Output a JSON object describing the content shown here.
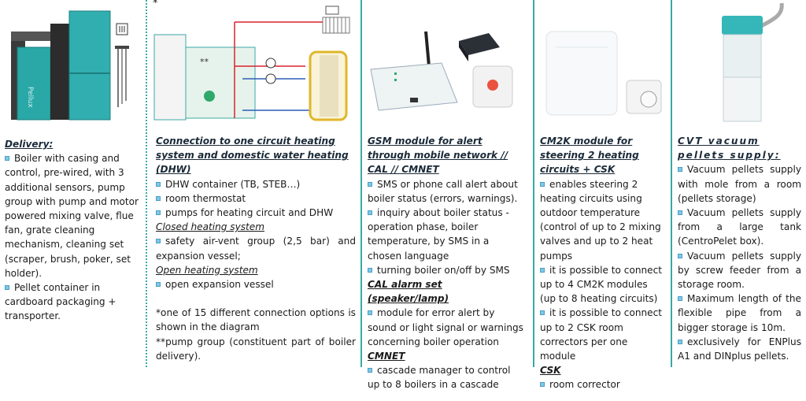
{
  "col1": {
    "title": "Delivery:",
    "items": [
      "Boiler with casing and control, pre-wired, with 3 additional sensors, pump group with pump and motor powered mixing valve, flue fan, grate cleaning mechanism, cleaning set (scraper, brush, poker, set holder).",
      "Pellet container in cardboard packaging + transporter."
    ]
  },
  "col2": {
    "asterisk": "*",
    "title": "Connection to one circuit heating system and domestic water heating (DHW)",
    "items": [
      "DHW container (TB, STEB…)",
      "room thermostat",
      "pumps for heating circuit and DHW"
    ],
    "closed_title": "Closed heating system",
    "closed_items": [
      "safety air-vent group (2,5 bar) and expansion vessel;"
    ],
    "open_title": "Open heating system",
    "open_items": [
      "open expansion vessel"
    ],
    "note1": "*one of 15 different connection options is shown in the diagram",
    "note2": "**pump group (constituent part of boiler delivery).",
    "diagram_label": "**"
  },
  "col3": {
    "title": "GSM module for alert through mobile network // CAL // CMNET",
    "items": [
      "SMS or phone call alert about boiler status (errors, warnings).",
      "inquiry about boiler status - operation phase, boiler temperature, by SMS in a chosen language",
      "turning boiler on/off by SMS"
    ],
    "cal_title": "CAL alarm set (speaker/lamp)",
    "cal_items": [
      "module for error alert by sound or light signal or warnings concerning boiler operation"
    ],
    "cmnet_title": "CMNET",
    "cmnet_items": [
      "cascade manager to control up to 8 boilers in a cascade"
    ]
  },
  "col4": {
    "title": "CM2K module for steering 2 heating circuits + CSK",
    "items": [
      "enables steering 2 heating circuits using outdoor temperature (control of up to 2 mixing valves and up to 2 heat pumps",
      "it is possible to connect up to 4 CM2K modules (up to 8 heating circuits)",
      "it is possible to connect up to 2 CSK room correctors per one module"
    ],
    "csk_title": "CSK",
    "csk_items": [
      "room corrector"
    ]
  },
  "col5": {
    "title": "CVT vacuum pellets supply:",
    "items": [
      "Vacuum pellets supply with mole from a room (pellets storage)",
      "Vacuum pellets supply from a large tank (CentroPelet box).",
      "Vacuum pellets supply by screw feeder from a storage room.",
      "Maximum length of the flexible pipe from a bigger storage is 10m.",
      "exclusively for ENPlus A1 and DINplus pellets."
    ]
  },
  "colors": {
    "teal": "#3aa9a6",
    "bullet": "#7fc8e6",
    "pipe_red": "#d9232d",
    "pipe_blue": "#2b5fb8"
  }
}
